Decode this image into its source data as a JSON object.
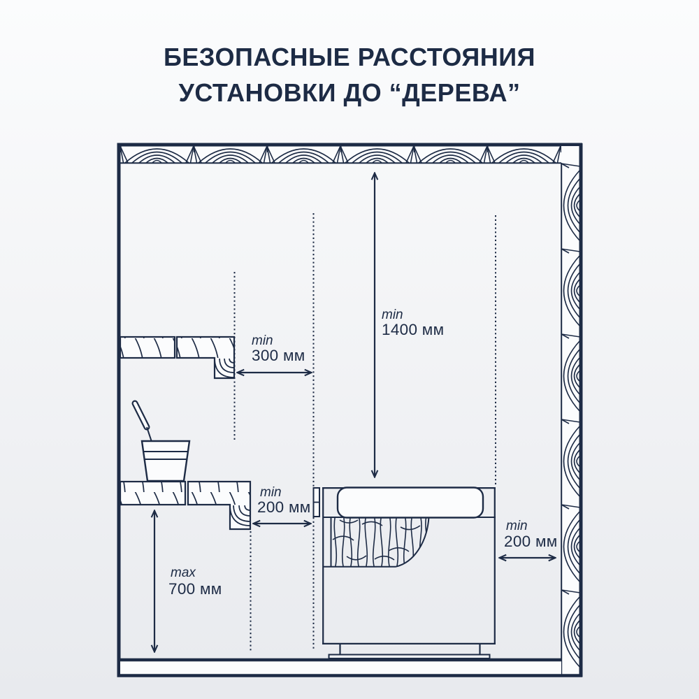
{
  "title": {
    "line1": "БЕЗОПАСНЫЕ РАССТОЯНИЯ",
    "line2": "УСТАНОВКИ ДО “ДЕРЕВА”"
  },
  "colors": {
    "ink": "#1d2b45",
    "background_top": "#fbfcfd",
    "background_bottom": "#e8eaee"
  },
  "dimensions": {
    "upper_shelf_clearance": {
      "qualifier": "min",
      "value": "300 мм"
    },
    "ceiling_clearance": {
      "qualifier": "min",
      "value": "1400 мм"
    },
    "lower_shelf_clearance": {
      "qualifier": "min",
      "value": "200 мм"
    },
    "right_wall_clearance": {
      "qualifier": "min",
      "value": "200 мм"
    },
    "bench_height": {
      "qualifier": "max",
      "value": "700 мм"
    }
  },
  "scene_icons": [
    "wood-ceiling-icon",
    "wood-wall-icon",
    "upper-shelf-icon",
    "lower-shelf-icon",
    "water-bucket-icon",
    "ladle-icon",
    "sauna-heater-icon",
    "heater-stones-icon",
    "floor-icon"
  ]
}
